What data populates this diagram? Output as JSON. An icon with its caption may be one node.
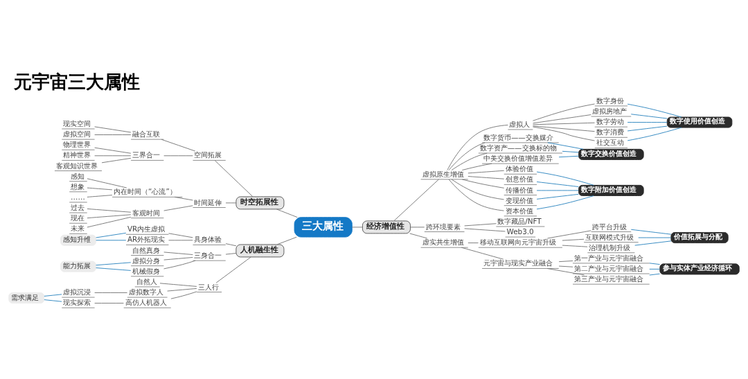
{
  "diagram": {
    "title": "元宇宙三大属性",
    "nodes": [
      {
        "text": [
          "三大属性"
        ]
      },
      {
        "text": [
          "时空拓展性"
        ]
      },
      {
        "text": [
          "空间拓展"
        ]
      },
      {
        "text": [
          "融合互联"
        ]
      },
      {
        "text": [
          "现实空间"
        ]
      },
      {
        "text": [
          "虚拟空间"
        ]
      },
      {
        "text": [
          "三界合一"
        ]
      },
      {
        "text": [
          "物理世界"
        ]
      },
      {
        "text": [
          "精神世界"
        ]
      },
      {
        "text": [
          "客观知识世界"
        ]
      },
      {
        "text": [
          "时间延伸"
        ]
      },
      {
        "text": [
          "内在时间（“心流”）"
        ]
      },
      {
        "text": [
          "感知"
        ]
      },
      {
        "text": [
          "想象"
        ]
      },
      {
        "text": [
          "……"
        ]
      },
      {
        "text": [
          "客观时间"
        ]
      },
      {
        "text": [
          "过去"
        ]
      },
      {
        "text": [
          "现在"
        ]
      },
      {
        "text": [
          "未来"
        ]
      },
      {
        "text": [
          "人机融生性"
        ]
      },
      {
        "text": [
          "具身体验"
        ]
      },
      {
        "text": [
          "VR内生虚拟"
        ]
      },
      {
        "text": [
          "AR外拓现实"
        ]
      },
      {
        "text": [
          "感知升维"
        ]
      },
      {
        "text": [
          "三身合一"
        ]
      },
      {
        "text": [
          "自然真身"
        ]
      },
      {
        "text": [
          "虚拟分身"
        ]
      },
      {
        "text": [
          "机械假身"
        ]
      },
      {
        "text": [
          "能力拓展"
        ]
      },
      {
        "text": [
          "三人行"
        ]
      },
      {
        "text": [
          "自然人"
        ]
      },
      {
        "text": [
          "虚拟数字人"
        ]
      },
      {
        "text": [
          "虚拟沉浸"
        ]
      },
      {
        "text": [
          "高仿人机器人"
        ]
      },
      {
        "text": [
          "现实探索"
        ]
      },
      {
        "text": [
          "需求满足"
        ]
      },
      {
        "text": [
          "经济增值性"
        ]
      },
      {
        "text": [
          "虚拟原生增值"
        ]
      },
      {
        "text": [
          "虚拟人"
        ]
      },
      {
        "text": [
          "数字身份"
        ]
      },
      {
        "text": [
          "虚拟房地产"
        ]
      },
      {
        "text": [
          "数字劳动"
        ]
      },
      {
        "text": [
          "数字消费"
        ]
      },
      {
        "text": [
          "社交互动"
        ]
      },
      {
        "text": [
          "数字使用价值创造"
        ]
      },
      {
        "text": [
          "数字货币——交换媒介"
        ]
      },
      {
        "text": [
          "数字资产——交换标的物"
        ]
      },
      {
        "text": [
          "中美交换价值增值差异"
        ]
      },
      {
        "text": [
          "数字交换价值创造"
        ]
      },
      {
        "text": [
          "体验价值"
        ]
      },
      {
        "text": [
          "创意价值"
        ]
      },
      {
        "text": [
          "传播价值"
        ]
      },
      {
        "text": [
          "变现价值"
        ]
      },
      {
        "text": [
          "资本价值"
        ]
      },
      {
        "text": [
          "数字附加价值创造"
        ]
      },
      {
        "text": [
          "跨环境要素"
        ]
      },
      {
        "text": [
          "数字藏品/NFT"
        ]
      },
      {
        "text": [
          "Web3.0"
        ]
      },
      {
        "text": [
          "虚实共生增值"
        ]
      },
      {
        "text": [
          "移动互联网向元宇宙升级"
        ]
      },
      {
        "text": [
          "跨平台升级"
        ]
      },
      {
        "text": [
          "互联网模式升级"
        ]
      },
      {
        "text": [
          "治理机制升级"
        ]
      },
      {
        "text": [
          "价值拓展与分配"
        ]
      },
      {
        "text": [
          "元宇宙与现实产业融合"
        ]
      },
      {
        "text": [
          "第一产业与元宇宙融合"
        ]
      },
      {
        "text": [
          "第二产业与元宇宙融合"
        ]
      },
      {
        "text": [
          "第三产业与元宇宙融合"
        ]
      },
      {
        "text": [
          "参与实体产业经济循环"
        ]
      }
    ],
    "edges": [
      {
        "from": 1,
        "to": 0,
        "arrow": "none"
      },
      {
        "from": 2,
        "to": 1,
        "arrow": "none"
      },
      {
        "from": 3,
        "to": 2,
        "arrow": "none"
      },
      {
        "from": 4,
        "to": 3,
        "arrow": "none"
      },
      {
        "from": 5,
        "to": 3,
        "arrow": "none"
      },
      {
        "from": 6,
        "to": 2,
        "arrow": "none"
      },
      {
        "from": 7,
        "to": 6,
        "arrow": "none"
      },
      {
        "from": 8,
        "to": 6,
        "arrow": "none"
      },
      {
        "from": 9,
        "to": 6,
        "arrow": "none"
      },
      {
        "from": 10,
        "to": 1,
        "arrow": "none"
      },
      {
        "from": 11,
        "to": 10,
        "arrow": "none"
      },
      {
        "from": 12,
        "to": 11,
        "arrow": "none"
      },
      {
        "from": 13,
        "to": 11,
        "arrow": "none"
      },
      {
        "from": 14,
        "to": 11,
        "arrow": "none"
      },
      {
        "from": 15,
        "to": 10,
        "arrow": "none"
      },
      {
        "from": 16,
        "to": 15,
        "arrow": "none"
      },
      {
        "from": 17,
        "to": 15,
        "arrow": "none"
      },
      {
        "from": 18,
        "to": 15,
        "arrow": "none"
      },
      {
        "from": 19,
        "to": 0,
        "arrow": "none"
      },
      {
        "from": 20,
        "to": 19,
        "arrow": "none"
      },
      {
        "from": 21,
        "to": 20,
        "arrow": "none"
      },
      {
        "from": 22,
        "to": 20,
        "arrow": "none"
      },
      {
        "from": 23,
        "to": 21,
        "arrow": "none",
        "color": "#2f86c0"
      },
      {
        "from": 23,
        "to": 22,
        "arrow": "none",
        "color": "#2f86c0"
      },
      {
        "from": 24,
        "to": 19,
        "arrow": "none"
      },
      {
        "from": 25,
        "to": 24,
        "arrow": "none"
      },
      {
        "from": 26,
        "to": 24,
        "arrow": "none"
      },
      {
        "from": 27,
        "to": 24,
        "arrow": "none"
      },
      {
        "from": 28,
        "to": 26,
        "arrow": "none",
        "color": "#2f86c0"
      },
      {
        "from": 28,
        "to": 27,
        "arrow": "none",
        "color": "#2f86c0"
      },
      {
        "from": 29,
        "to": 19,
        "arrow": "none"
      },
      {
        "from": 30,
        "to": 29,
        "arrow": "none"
      },
      {
        "from": 31,
        "to": 29,
        "arrow": "none"
      },
      {
        "from": 32,
        "to": 31,
        "arrow": "none"
      },
      {
        "from": 33,
        "to": 29,
        "arrow": "none"
      },
      {
        "from": 34,
        "to": 33,
        "arrow": "none"
      },
      {
        "from": 35,
        "to": 32,
        "arrow": "none",
        "color": "#2f86c0"
      },
      {
        "from": 35,
        "to": 34,
        "arrow": "none",
        "color": "#2f86c0"
      },
      {
        "from": 0,
        "to": 36,
        "arrow": "none"
      },
      {
        "from": 36,
        "to": 37,
        "arrow": "none"
      },
      {
        "from": 37,
        "to": 38,
        "arrow": "none"
      },
      {
        "from": 38,
        "to": 39,
        "arrow": "none"
      },
      {
        "from": 38,
        "to": 40,
        "arrow": "none"
      },
      {
        "from": 38,
        "to": 41,
        "arrow": "none"
      },
      {
        "from": 38,
        "to": 42,
        "arrow": "none"
      },
      {
        "from": 38,
        "to": 43,
        "arrow": "none"
      },
      {
        "from": 39,
        "to": 44,
        "arrow": "none",
        "color": "#2f86c0"
      },
      {
        "from": 40,
        "to": 44,
        "arrow": "none",
        "color": "#2f86c0"
      },
      {
        "from": 41,
        "to": 44,
        "arrow": "none",
        "color": "#2f86c0"
      },
      {
        "from": 42,
        "to": 44,
        "arrow": "none",
        "color": "#2f86c0"
      },
      {
        "from": 43,
        "to": 44,
        "arrow": "none",
        "color": "#2f86c0"
      },
      {
        "from": 37,
        "to": 45,
        "arrow": "none"
      },
      {
        "from": 37,
        "to": 46,
        "arrow": "none"
      },
      {
        "from": 37,
        "to": 47,
        "arrow": "none"
      },
      {
        "from": 45,
        "to": 48,
        "arrow": "none",
        "color": "#2f86c0"
      },
      {
        "from": 46,
        "to": 48,
        "arrow": "none",
        "color": "#2f86c0"
      },
      {
        "from": 47,
        "to": 48,
        "arrow": "none",
        "color": "#2f86c0"
      },
      {
        "from": 37,
        "to": 49,
        "arrow": "none"
      },
      {
        "from": 37,
        "to": 50,
        "arrow": "none"
      },
      {
        "from": 37,
        "to": 51,
        "arrow": "none"
      },
      {
        "from": 37,
        "to": 52,
        "arrow": "none"
      },
      {
        "from": 37,
        "to": 53,
        "arrow": "none"
      },
      {
        "from": 49,
        "to": 54,
        "arrow": "none",
        "color": "#2f86c0"
      },
      {
        "from": 50,
        "to": 54,
        "arrow": "none",
        "color": "#2f86c0"
      },
      {
        "from": 51,
        "to": 54,
        "arrow": "none",
        "color": "#2f86c0"
      },
      {
        "from": 52,
        "to": 54,
        "arrow": "none",
        "color": "#2f86c0"
      },
      {
        "from": 53,
        "to": 54,
        "arrow": "none",
        "color": "#2f86c0"
      },
      {
        "from": 36,
        "to": 55,
        "arrow": "none"
      },
      {
        "from": 55,
        "to": 56,
        "arrow": "none"
      },
      {
        "from": 55,
        "to": 57,
        "arrow": "none"
      },
      {
        "from": 36,
        "to": 58,
        "arrow": "none"
      },
      {
        "from": 58,
        "to": 59,
        "arrow": "none"
      },
      {
        "from": 59,
        "to": 60,
        "arrow": "none"
      },
      {
        "from": 59,
        "to": 61,
        "arrow": "none"
      },
      {
        "from": 59,
        "to": 62,
        "arrow": "none"
      },
      {
        "from": 60,
        "to": 63,
        "arrow": "none",
        "color": "#2f86c0"
      },
      {
        "from": 61,
        "to": 63,
        "arrow": "none",
        "color": "#2f86c0"
      },
      {
        "from": 62,
        "to": 63,
        "arrow": "none",
        "color": "#2f86c0"
      },
      {
        "from": 58,
        "to": 64,
        "arrow": "none"
      },
      {
        "from": 64,
        "to": 65,
        "arrow": "none"
      },
      {
        "from": 64,
        "to": 66,
        "arrow": "none"
      },
      {
        "from": 64,
        "to": 67,
        "arrow": "none"
      },
      {
        "from": 65,
        "to": 68,
        "arrow": "none",
        "color": "#2f86c0"
      },
      {
        "from": 66,
        "to": 68,
        "arrow": "none",
        "color": "#2f86c0"
      },
      {
        "from": 67,
        "to": 68,
        "arrow": "none",
        "color": "#2f86c0"
      }
    ]
  }
}
